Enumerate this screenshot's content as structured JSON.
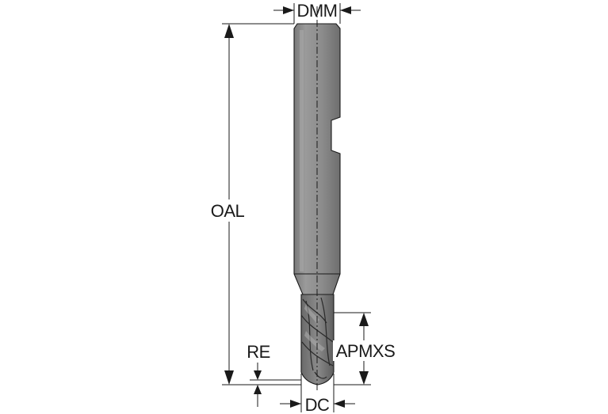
{
  "labels": {
    "dmm": "DMM",
    "oal": "OAL",
    "re": "RE",
    "apmxs": "APMXS",
    "dc": "DC"
  },
  "colors": {
    "tool_body": "#8e8e8e",
    "tool_shadow": "#6a6a6a",
    "lines": "#1a1a1a",
    "background": "#ffffff"
  }
}
